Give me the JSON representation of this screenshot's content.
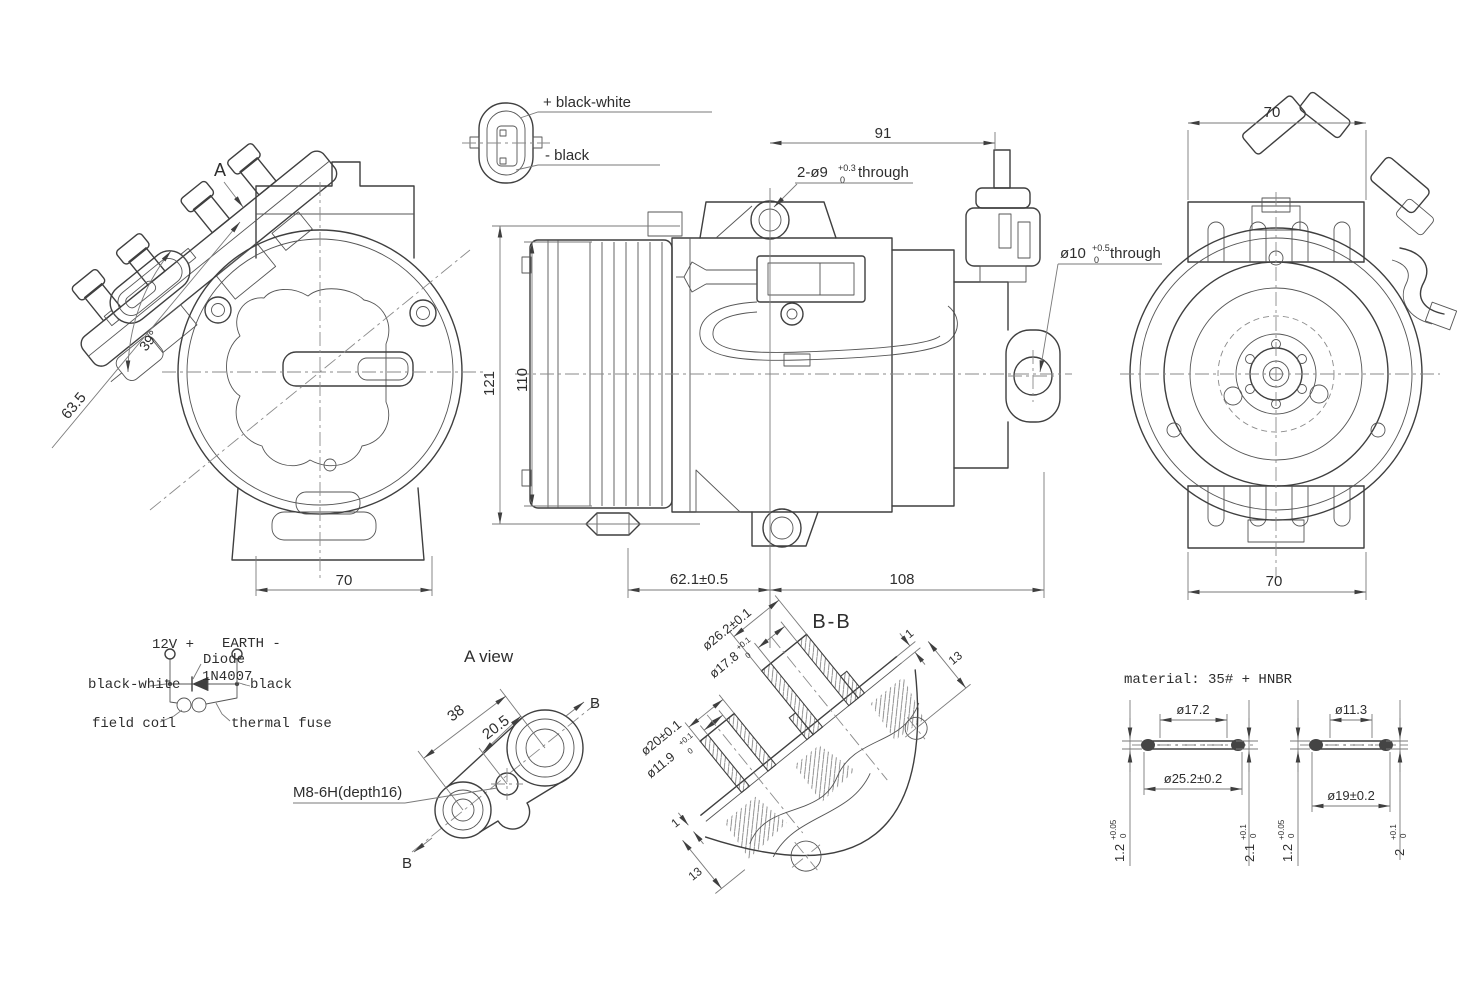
{
  "colors": {
    "line": "#3f3f3f",
    "dim": "#7a7a7a",
    "background": "#ffffff"
  },
  "connector_detail": {
    "plus": "+ black-white",
    "minus": "- black"
  },
  "rear_view": {
    "label_a": "A",
    "angle": "39°",
    "radius": "63.5",
    "width": "70"
  },
  "side_view": {
    "width_top": "91",
    "holes_top": {
      "main": "2-ø9",
      "sup": "+0.3",
      "sub": "0",
      "suffix": "through"
    },
    "hole_side": {
      "main": "ø10",
      "sup": "+0.5",
      "sub": "0",
      "suffix": "through"
    },
    "height_overall": "121",
    "height_pulley": "110",
    "depth_front": "62.1±0.5",
    "depth_rear": "108",
    "section": "B-B"
  },
  "front_view": {
    "width_top": "70",
    "width_bottom": "70"
  },
  "circuit": {
    "supply": "12V +",
    "earth": "EARTH -",
    "diode": "Diode",
    "diode_part": "1N4007",
    "wire_pos": "black-white",
    "wire_neg": "black",
    "field_coil": "field coil",
    "thermal_fuse": "thermal fuse"
  },
  "a_view": {
    "title": "A view",
    "spacing": "38",
    "spacing2": "20.5",
    "b_upper": "B",
    "b_lower": "B",
    "thread": "M8-6H(depth16)"
  },
  "section_bb": {
    "d_outer": "ø26.2±0.1",
    "d_inner": {
      "main": "ø17.8",
      "sup": "+0.1",
      "sub": "0"
    },
    "d_outer2": "ø20±0.1",
    "d_inner2": {
      "main": "ø11.9",
      "sup": "+0.1",
      "sub": "0"
    },
    "depth_lip": "1",
    "depth_bore": "13",
    "depth_lip2": "1",
    "depth_bore2": "13"
  },
  "gaskets": {
    "material": "material: 35# + HNBR",
    "left": {
      "inner": "ø17.2",
      "outer": "ø25.2±0.2",
      "thickness_left": {
        "main": "1.2",
        "sup": "+0.05",
        "sub": "0"
      },
      "thickness_right": {
        "main": "2.1",
        "sup": "+0.1",
        "sub": "0"
      }
    },
    "right": {
      "inner": "ø11.3",
      "outer": "ø19±0.2",
      "thickness_left": {
        "main": "1.2",
        "sup": "+0.05",
        "sub": "0"
      },
      "thickness_right": {
        "main": "2",
        "sup": "+0.1",
        "sub": "0"
      }
    }
  }
}
